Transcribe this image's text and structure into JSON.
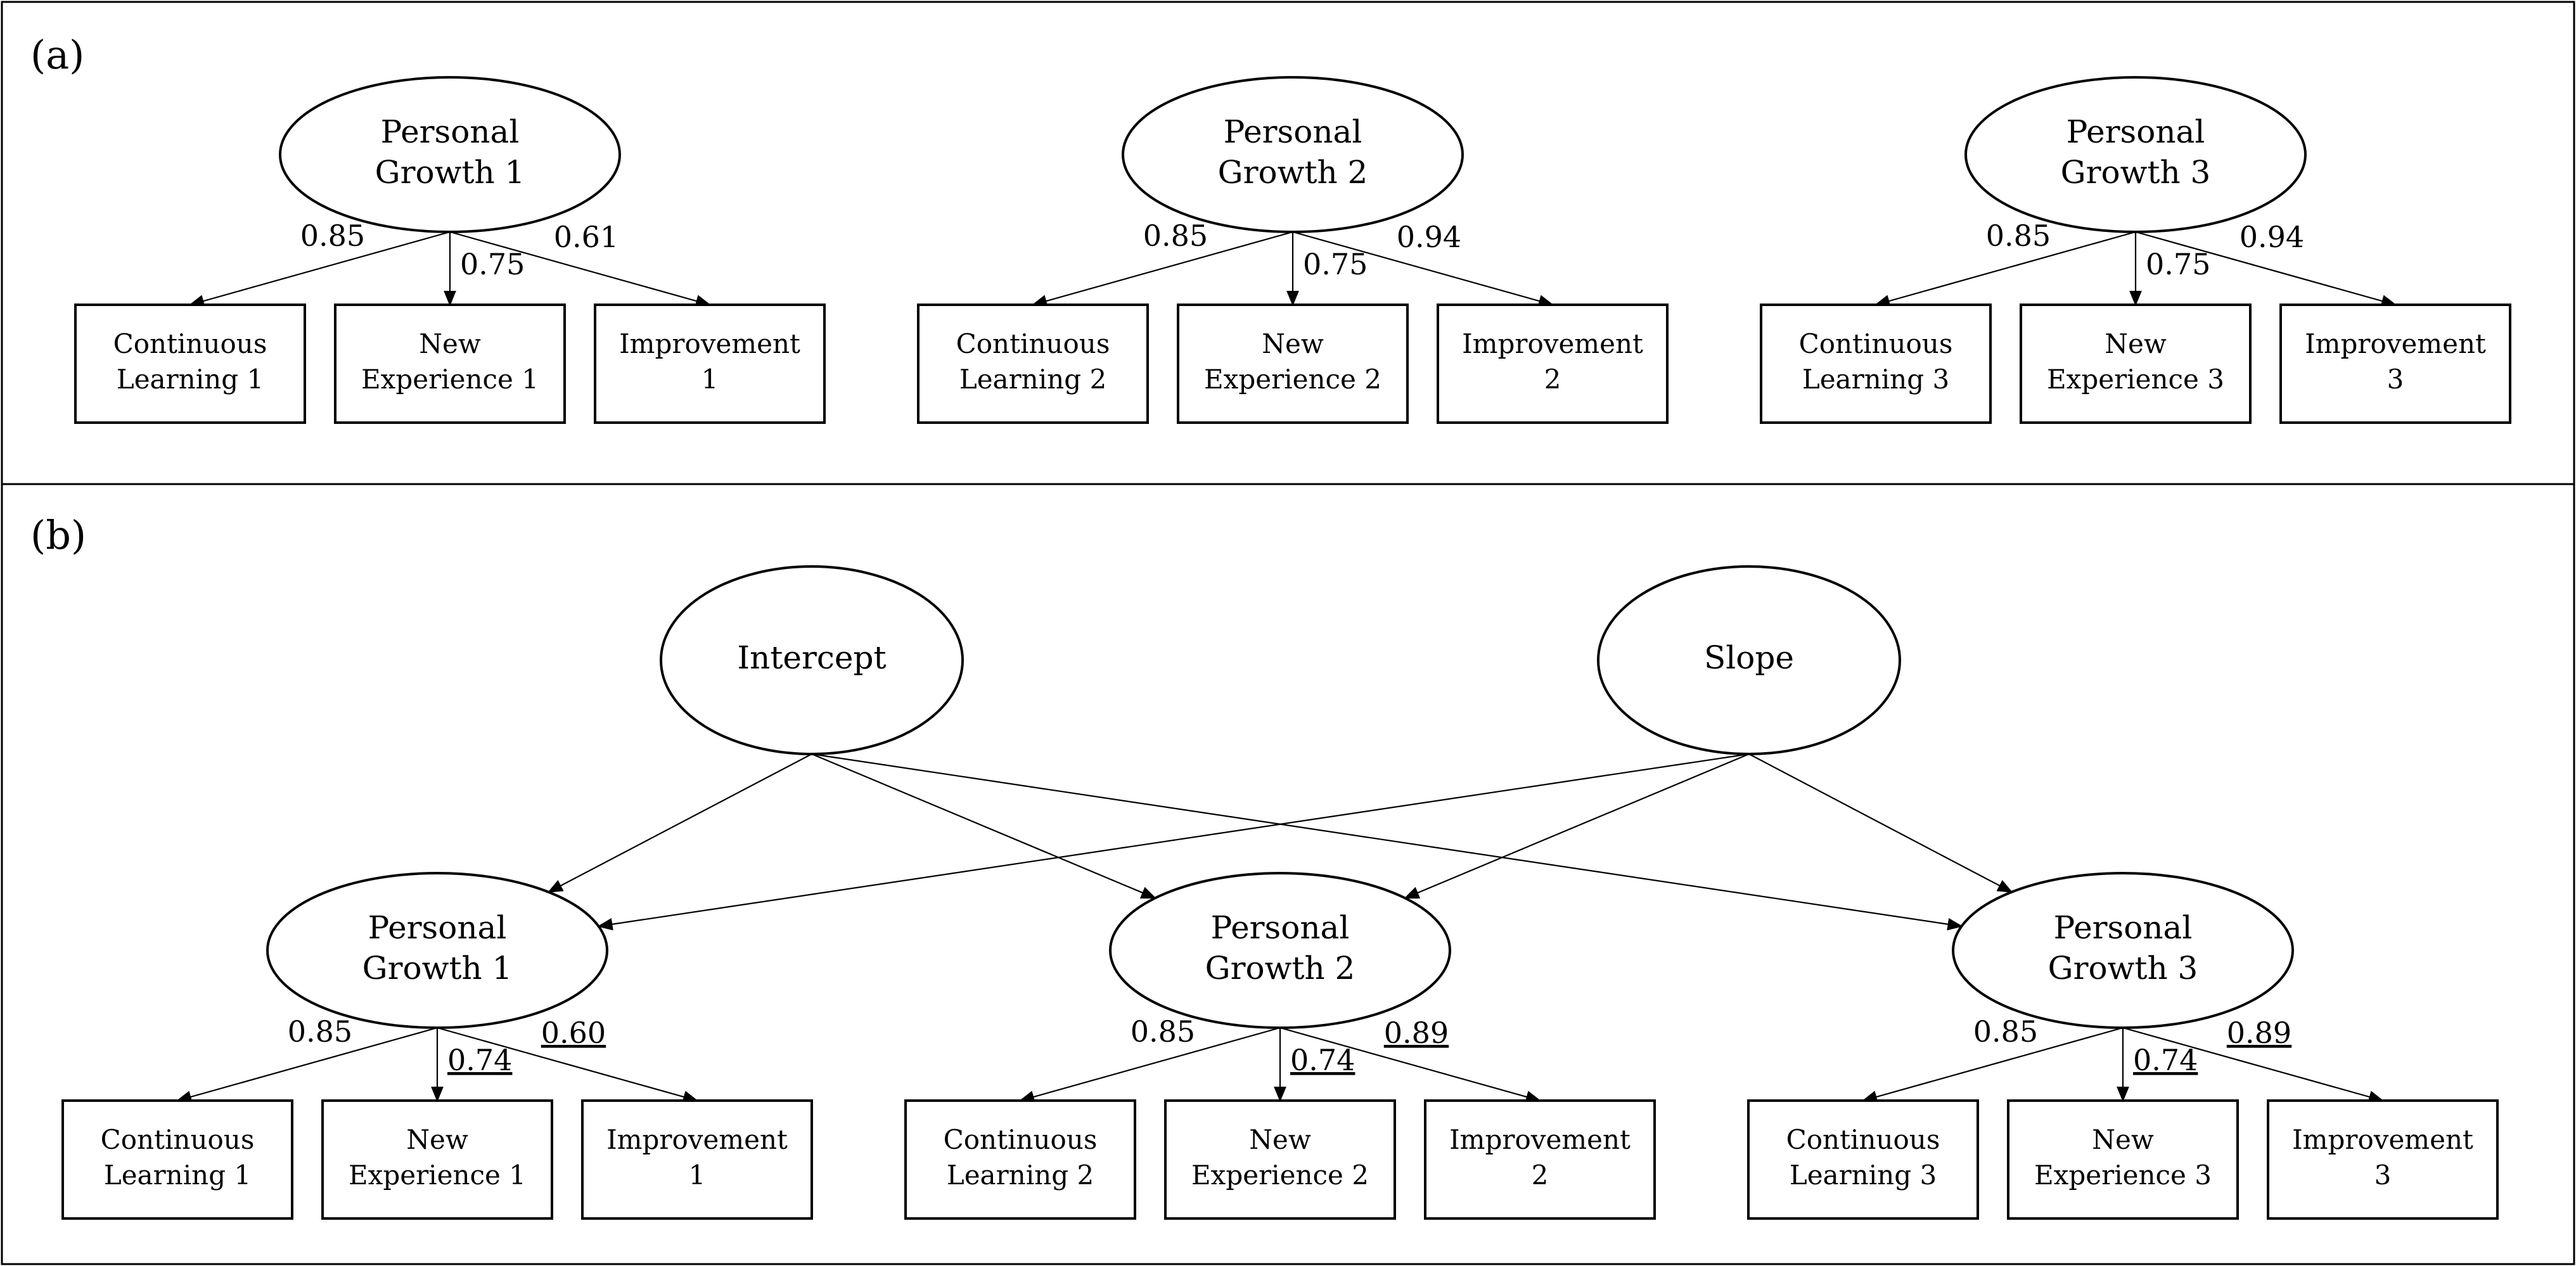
{
  "panels": [
    {
      "label": "(a)",
      "nodes": [
        {
          "id": "pg1",
          "shape": "ellipse",
          "lines": [
            "Personal",
            "Growth 1"
          ]
        },
        {
          "id": "cl1",
          "shape": "rect",
          "lines": [
            "Continuous",
            "Learning 1"
          ]
        },
        {
          "id": "ne1",
          "shape": "rect",
          "lines": [
            "New",
            "Experience 1"
          ]
        },
        {
          "id": "im1",
          "shape": "rect",
          "lines": [
            "Improvement",
            "1"
          ]
        },
        {
          "id": "pg2",
          "shape": "ellipse",
          "lines": [
            "Personal",
            "Growth 2"
          ]
        },
        {
          "id": "cl2",
          "shape": "rect",
          "lines": [
            "Continuous",
            "Learning 2"
          ]
        },
        {
          "id": "ne2",
          "shape": "rect",
          "lines": [
            "New",
            "Experience 2"
          ]
        },
        {
          "id": "im2",
          "shape": "rect",
          "lines": [
            "Improvement",
            "2"
          ]
        },
        {
          "id": "pg3",
          "shape": "ellipse",
          "lines": [
            "Personal",
            "Growth 3"
          ]
        },
        {
          "id": "cl3",
          "shape": "rect",
          "lines": [
            "Continuous",
            "Learning 3"
          ]
        },
        {
          "id": "ne3",
          "shape": "rect",
          "lines": [
            "New",
            "Experience 3"
          ]
        },
        {
          "id": "im3",
          "shape": "rect",
          "lines": [
            "Improvement",
            "3"
          ]
        }
      ],
      "edges": [
        {
          "from": "pg1",
          "to": "cl1",
          "label": "0.85",
          "underline": false
        },
        {
          "from": "pg1",
          "to": "ne1",
          "label": "0.75",
          "underline": false
        },
        {
          "from": "pg1",
          "to": "im1",
          "label": "0.61",
          "underline": false
        },
        {
          "from": "pg2",
          "to": "cl2",
          "label": "0.85",
          "underline": false
        },
        {
          "from": "pg2",
          "to": "ne2",
          "label": "0.75",
          "underline": false
        },
        {
          "from": "pg2",
          "to": "im2",
          "label": "0.94",
          "underline": false
        },
        {
          "from": "pg3",
          "to": "cl3",
          "label": "0.85",
          "underline": false
        },
        {
          "from": "pg3",
          "to": "ne3",
          "label": "0.75",
          "underline": false
        },
        {
          "from": "pg3",
          "to": "im3",
          "label": "0.94",
          "underline": false
        }
      ]
    },
    {
      "label": "(b)",
      "nodes": [
        {
          "id": "int",
          "shape": "ellipse",
          "lines": [
            "Intercept"
          ]
        },
        {
          "id": "slp",
          "shape": "ellipse",
          "lines": [
            "Slope"
          ]
        },
        {
          "id": "pg1",
          "shape": "ellipse",
          "lines": [
            "Personal",
            "Growth 1"
          ]
        },
        {
          "id": "cl1",
          "shape": "rect",
          "lines": [
            "Continuous",
            "Learning 1"
          ]
        },
        {
          "id": "ne1",
          "shape": "rect",
          "lines": [
            "New",
            "Experience 1"
          ]
        },
        {
          "id": "im1",
          "shape": "rect",
          "lines": [
            "Improvement",
            "1"
          ]
        },
        {
          "id": "pg2",
          "shape": "ellipse",
          "lines": [
            "Personal",
            "Growth 2"
          ]
        },
        {
          "id": "cl2",
          "shape": "rect",
          "lines": [
            "Continuous",
            "Learning 2"
          ]
        },
        {
          "id": "ne2",
          "shape": "rect",
          "lines": [
            "New",
            "Experience 2"
          ]
        },
        {
          "id": "im2",
          "shape": "rect",
          "lines": [
            "Improvement",
            "2"
          ]
        },
        {
          "id": "pg3",
          "shape": "ellipse",
          "lines": [
            "Personal",
            "Growth 3"
          ]
        },
        {
          "id": "cl3",
          "shape": "rect",
          "lines": [
            "Continuous",
            "Learning 3"
          ]
        },
        {
          "id": "ne3",
          "shape": "rect",
          "lines": [
            "New",
            "Experience 3"
          ]
        },
        {
          "id": "im3",
          "shape": "rect",
          "lines": [
            "Improvement",
            "3"
          ]
        }
      ],
      "edges": [
        {
          "from": "int",
          "to": "pg1",
          "label": "",
          "underline": false
        },
        {
          "from": "int",
          "to": "pg2",
          "label": "",
          "underline": false
        },
        {
          "from": "int",
          "to": "pg3",
          "label": "",
          "underline": false
        },
        {
          "from": "slp",
          "to": "pg1",
          "label": "",
          "underline": false
        },
        {
          "from": "slp",
          "to": "pg2",
          "label": "",
          "underline": false
        },
        {
          "from": "slp",
          "to": "pg3",
          "label": "",
          "underline": false
        },
        {
          "from": "pg1",
          "to": "cl1",
          "label": "0.85",
          "underline": false
        },
        {
          "from": "pg1",
          "to": "ne1",
          "label": "0.74",
          "underline": true
        },
        {
          "from": "pg1",
          "to": "im1",
          "label": "0.60",
          "underline": true
        },
        {
          "from": "pg2",
          "to": "cl2",
          "label": "0.85",
          "underline": false
        },
        {
          "from": "pg2",
          "to": "ne2",
          "label": "0.74",
          "underline": true
        },
        {
          "from": "pg2",
          "to": "im2",
          "label": "0.89",
          "underline": true
        },
        {
          "from": "pg3",
          "to": "cl3",
          "label": "0.85",
          "underline": false
        },
        {
          "from": "pg3",
          "to": "ne3",
          "label": "0.74",
          "underline": true
        },
        {
          "from": "pg3",
          "to": "im3",
          "label": "0.89",
          "underline": true
        }
      ]
    }
  ]
}
